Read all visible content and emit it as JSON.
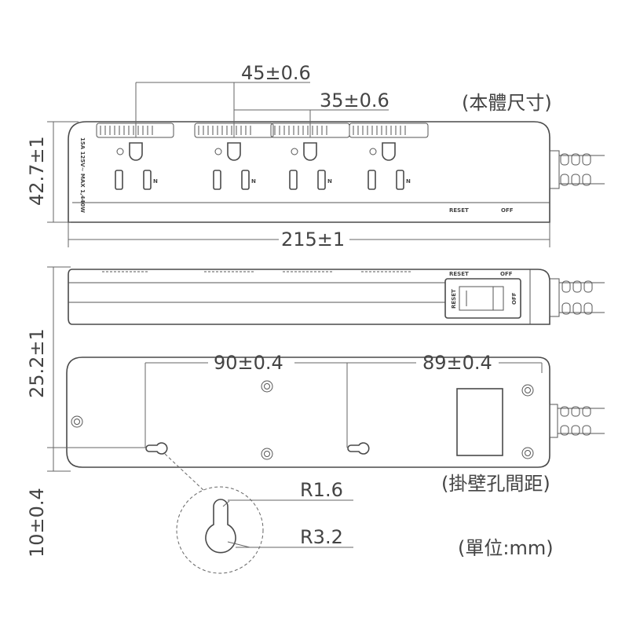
{
  "dimensions": {
    "outlet_pitch_1": "45±0.6",
    "outlet_pitch_2": "35±0.6",
    "width_height": "42.7±1",
    "length": "215±1",
    "thickness": "25.2±1",
    "hole_pitch_1": "90±0.4",
    "hole_pitch_2": "89±0.4",
    "hole_offset": "10±0.4",
    "radius_small": "R1.6",
    "radius_large": "R3.2"
  },
  "labels": {
    "body_size": "(本體尺寸)",
    "hole_spacing": "(掛壁孔間距)",
    "unit": "(單位:mm)",
    "rating": "15A 125V~ MAX 1,440W",
    "neutral": "N",
    "reset": "RESET",
    "off": "OFF"
  }
}
